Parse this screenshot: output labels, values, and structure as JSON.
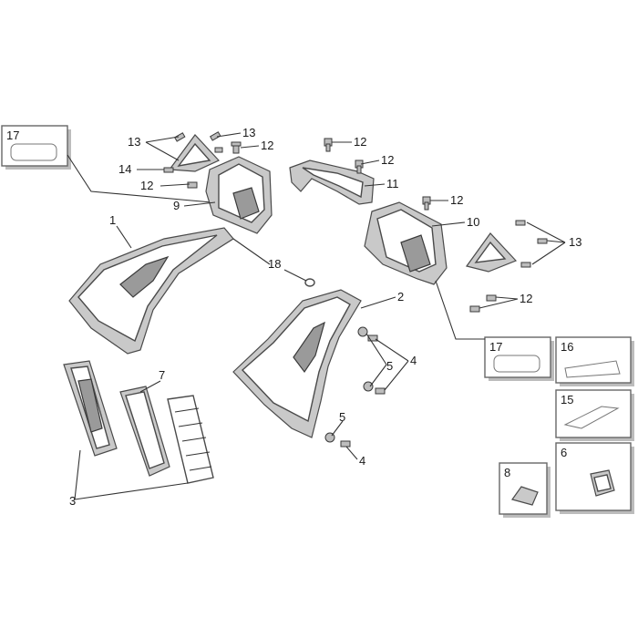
{
  "callouts": {
    "c1": "1",
    "c2": "2",
    "c3": "3",
    "c4a": "4",
    "c4b": "4",
    "c5a": "5",
    "c5b": "5",
    "c7": "7",
    "c9": "9",
    "c10": "10",
    "c11": "11",
    "c12a": "12",
    "c12b": "12",
    "c12c": "12",
    "c12d": "12",
    "c12e": "12",
    "c12f": "12",
    "c13a": "13",
    "c13b": "13",
    "c13c": "13",
    "c14": "14",
    "c18": "18"
  },
  "boxes": {
    "box17_top": "17",
    "box17_right": "17",
    "box16": "16",
    "box15": "15",
    "box8": "8",
    "box6": "6"
  }
}
